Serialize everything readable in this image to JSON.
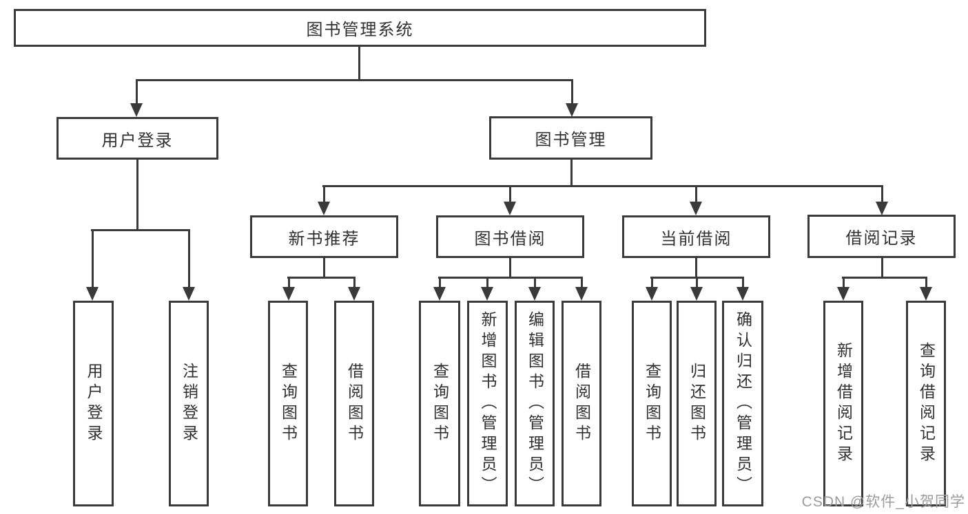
{
  "tree": {
    "root": "图书管理系统",
    "children": [
      {
        "label": "用户登录",
        "children": [
          {
            "label": "用户登录"
          },
          {
            "label": "注销登录"
          }
        ]
      },
      {
        "label": "图书管理",
        "children": [
          {
            "label": "新书推荐",
            "children": [
              {
                "label": "查询图书"
              },
              {
                "label": "借阅图书"
              }
            ]
          },
          {
            "label": "图书借阅",
            "children": [
              {
                "label": "查询图书"
              },
              {
                "label": "新增图书（管理员）"
              },
              {
                "label": "编辑图书（管理员）"
              },
              {
                "label": "借阅图书"
              }
            ]
          },
          {
            "label": "当前借阅",
            "children": [
              {
                "label": "查询图书"
              },
              {
                "label": "归还图书"
              },
              {
                "label": "确认归还（管理员）"
              }
            ]
          },
          {
            "label": "借阅记录",
            "children": [
              {
                "label": "新增借阅记录"
              },
              {
                "label": "查询借阅记录"
              }
            ]
          }
        ]
      }
    ]
  },
  "watermark": "CSDN @软件_小贺同学",
  "colors": {
    "line": "#3a3a3a",
    "text": "#303030",
    "watermark": "#9b9b9b",
    "background": "#ffffff"
  }
}
